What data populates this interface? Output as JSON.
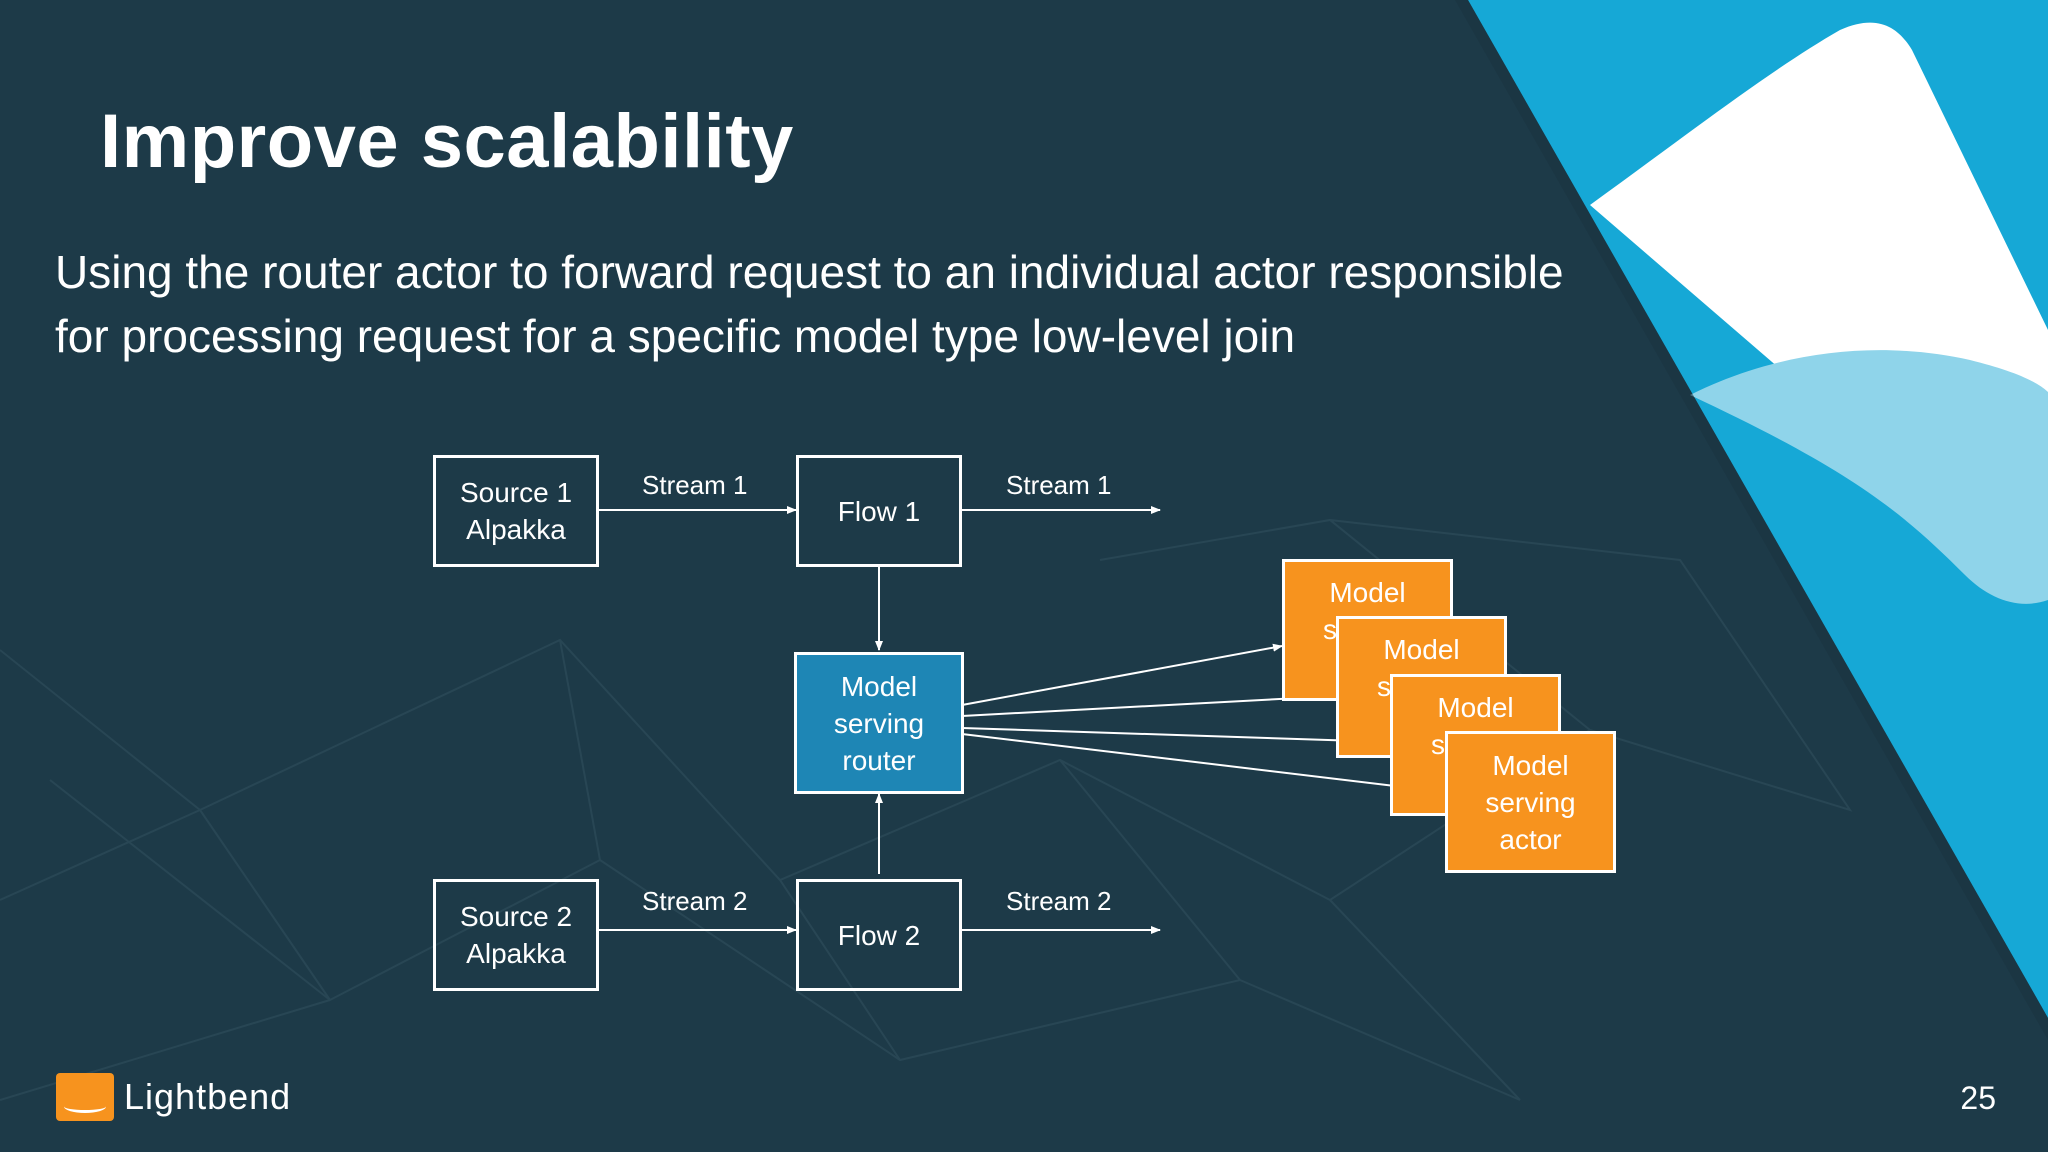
{
  "slide": {
    "title": "Improve scalability",
    "subtitle": "Using the router actor to forward request to an individual actor responsible for processing request for a specific model type low-level join",
    "page_number": "25",
    "logo_text": "Lightbend"
  },
  "colors": {
    "background": "#1d3a48",
    "router": "#1e86b5",
    "actor": "#f7931e",
    "accent_blue": "#16a8d6",
    "accent_light_blue": "#8fd4ea"
  },
  "diagram": {
    "nodes": {
      "source1": "Source 1\nAlpakka",
      "flow1": "Flow 1",
      "router": "Model\nserving\nrouter",
      "source2": "Source 2\nAlpakka",
      "flow2": "Flow 2",
      "actor_back_top": "Model",
      "actor_back_partial": "s",
      "actor_front": "Model\nserving\nactor"
    },
    "edges": {
      "source1_flow1": "Stream 1",
      "flow1_out": "Stream 1",
      "source2_flow2": "Stream 2",
      "flow2_out": "Stream 2"
    }
  }
}
